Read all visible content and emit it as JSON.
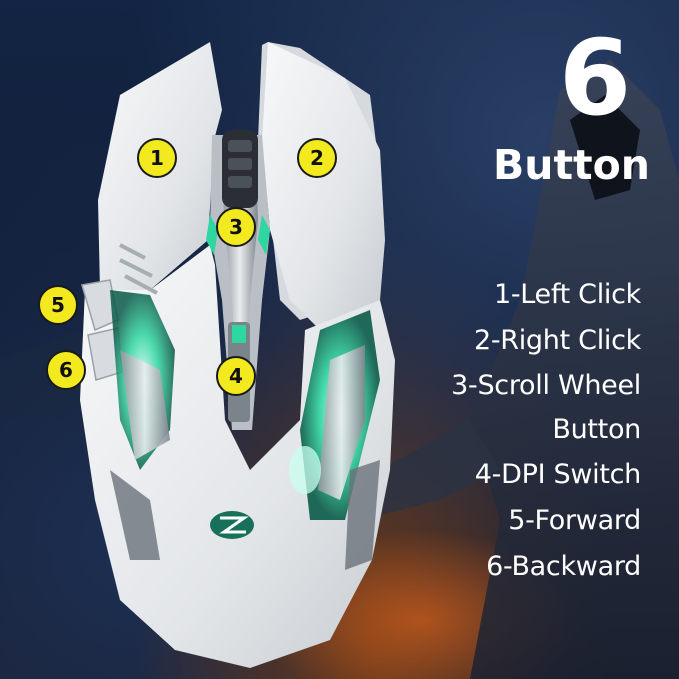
{
  "heading": {
    "number": "6",
    "word": "Button"
  },
  "features": [
    "1-Left Click",
    "2-Right Click",
    "3-Scroll Wheel",
    "Button",
    "4-DPI Switch",
    "5-Forward",
    "6-Backward"
  ],
  "badges": {
    "b1": "1",
    "b2": "2",
    "b3": "3",
    "b4": "4",
    "b5": "5",
    "b6": "6"
  },
  "colors": {
    "badge_fill": "#f2ea1e",
    "mouse_body": "#eceef0",
    "led_glow": "#2fd6a0",
    "text": "#ffffff",
    "background": "#0e1b33"
  },
  "icons": {
    "brand_logo": "z-logo-icon"
  }
}
